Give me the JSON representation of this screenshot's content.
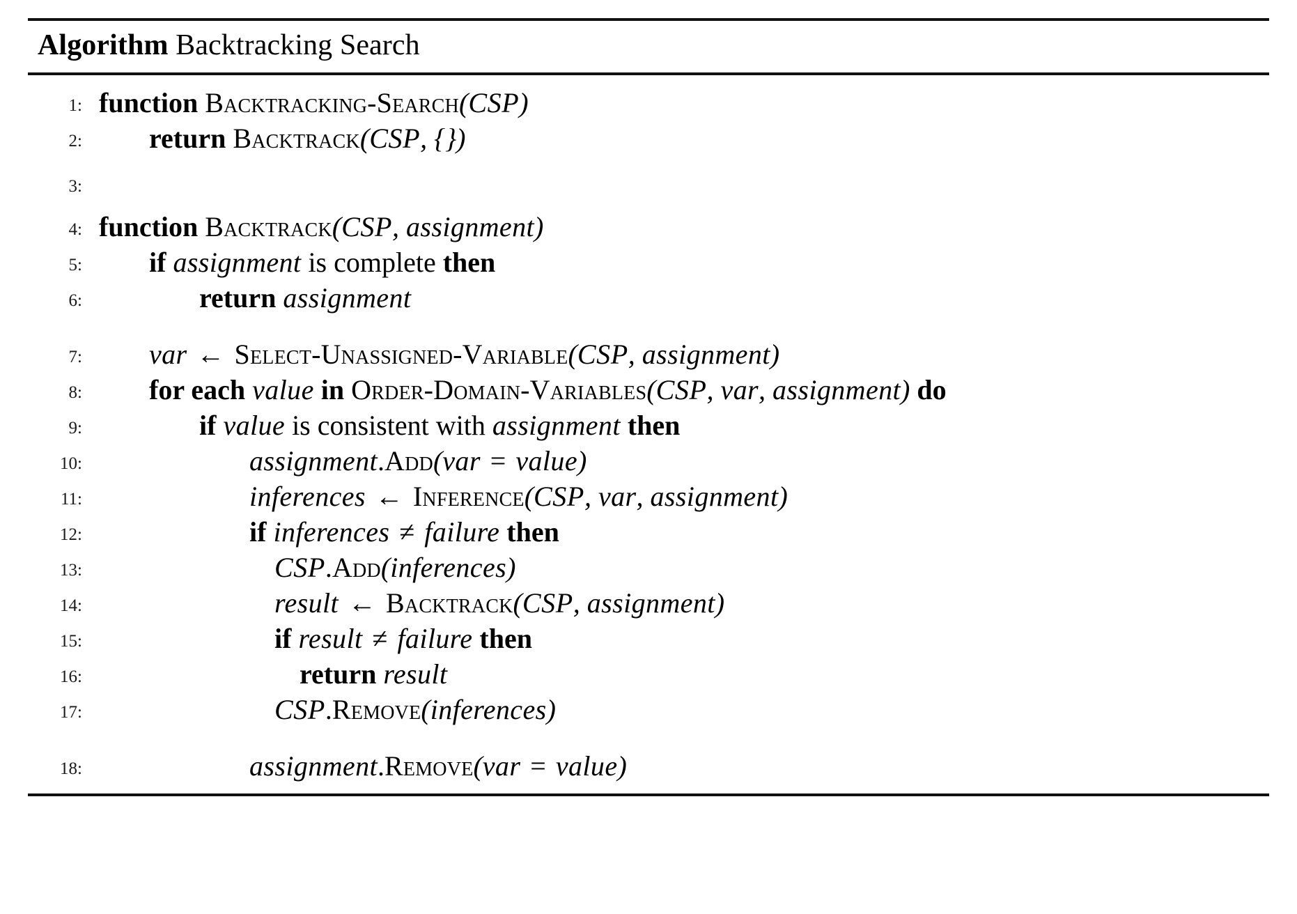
{
  "title": {
    "keyword": "Algorithm",
    "name": "Backtracking Search"
  },
  "lines": [
    {
      "no": "1:",
      "indent": 0,
      "gap_before": false,
      "blank": false,
      "tokens": [
        {
          "t": "function",
          "s": "kw"
        },
        {
          "t": " ",
          "s": "plain"
        },
        {
          "t": "Backtracking-Search",
          "s": "sc"
        },
        {
          "t": "(",
          "s": "paren"
        },
        {
          "t": "CSP",
          "s": "mathup"
        },
        {
          "t": ")",
          "s": "paren"
        }
      ],
      "text": "function Backtracking-Search(CSP)"
    },
    {
      "no": "2:",
      "indent": 1,
      "gap_before": false,
      "blank": false,
      "tokens": [
        {
          "t": "return",
          "s": "kw"
        },
        {
          "t": " ",
          "s": "plain"
        },
        {
          "t": "Backtrack",
          "s": "sc"
        },
        {
          "t": "(",
          "s": "paren"
        },
        {
          "t": "CSP",
          "s": "mathup"
        },
        {
          "t": ", ",
          "s": "paren"
        },
        {
          "t": "{}",
          "s": "paren"
        },
        {
          "t": ")",
          "s": "paren"
        }
      ],
      "text": "return Backtrack(CSP, {})"
    },
    {
      "no": "3:",
      "indent": 0,
      "gap_before": true,
      "blank": true,
      "tokens": [],
      "text": ""
    },
    {
      "no": "4:",
      "indent": 0,
      "gap_before": false,
      "blank": false,
      "tokens": [
        {
          "t": "function",
          "s": "kw"
        },
        {
          "t": " ",
          "s": "plain"
        },
        {
          "t": "Backtrack",
          "s": "sc"
        },
        {
          "t": "(",
          "s": "paren"
        },
        {
          "t": "CSP",
          "s": "mathup"
        },
        {
          "t": ", ",
          "s": "paren"
        },
        {
          "t": "assignment",
          "s": "mathit"
        },
        {
          "t": ")",
          "s": "paren"
        }
      ],
      "text": "function Backtrack(CSP, assignment)"
    },
    {
      "no": "5:",
      "indent": 1,
      "gap_before": false,
      "blank": false,
      "tokens": [
        {
          "t": "if",
          "s": "kw"
        },
        {
          "t": " ",
          "s": "plain"
        },
        {
          "t": "assignment",
          "s": "mathit"
        },
        {
          "t": " is complete ",
          "s": "plain"
        },
        {
          "t": "then",
          "s": "kw"
        }
      ],
      "text": "if assignment is complete then"
    },
    {
      "no": "6:",
      "indent": 2,
      "gap_before": false,
      "blank": false,
      "tokens": [
        {
          "t": "return",
          "s": "kw"
        },
        {
          "t": " ",
          "s": "plain"
        },
        {
          "t": "assignment",
          "s": "mathit"
        }
      ],
      "text": "return assignment"
    },
    {
      "no": "7:",
      "indent": 1,
      "gap_before": true,
      "blank": false,
      "tokens": [
        {
          "t": "var",
          "s": "mathit"
        },
        {
          "t": " ← ",
          "s": "op"
        },
        {
          "t": "Select-Unassigned-Variable",
          "s": "sc"
        },
        {
          "t": "(",
          "s": "paren"
        },
        {
          "t": "CSP",
          "s": "mathup"
        },
        {
          "t": ", ",
          "s": "paren"
        },
        {
          "t": "assignment",
          "s": "mathit"
        },
        {
          "t": ")",
          "s": "paren"
        }
      ],
      "text": "var ← Select-Unassigned-Variable(CSP, assignment)"
    },
    {
      "no": "8:",
      "indent": 1,
      "gap_before": false,
      "blank": false,
      "tokens": [
        {
          "t": "for each",
          "s": "kw"
        },
        {
          "t": " ",
          "s": "plain"
        },
        {
          "t": "value",
          "s": "mathit"
        },
        {
          "t": " ",
          "s": "plain"
        },
        {
          "t": "in",
          "s": "kw"
        },
        {
          "t": " ",
          "s": "plain"
        },
        {
          "t": "Order-Domain-Variables",
          "s": "sc"
        },
        {
          "t": "(",
          "s": "paren"
        },
        {
          "t": "CSP",
          "s": "mathup"
        },
        {
          "t": ", ",
          "s": "paren"
        },
        {
          "t": "var",
          "s": "mathit"
        },
        {
          "t": ", ",
          "s": "paren"
        },
        {
          "t": "assignment",
          "s": "mathit"
        },
        {
          "t": ")",
          "s": "paren"
        },
        {
          "t": " ",
          "s": "plain"
        },
        {
          "t": "do",
          "s": "kw"
        }
      ],
      "text": "for each value in Order-Domain-Variables(CSP, var, assignment) do"
    },
    {
      "no": "9:",
      "indent": 2,
      "gap_before": false,
      "blank": false,
      "tokens": [
        {
          "t": "if",
          "s": "kw"
        },
        {
          "t": " ",
          "s": "plain"
        },
        {
          "t": "value",
          "s": "mathit"
        },
        {
          "t": " is consistent with ",
          "s": "plain"
        },
        {
          "t": "assignment",
          "s": "mathit"
        },
        {
          "t": " ",
          "s": "plain"
        },
        {
          "t": "then",
          "s": "kw"
        }
      ],
      "text": "if value is consistent with assignment then"
    },
    {
      "no": "10:",
      "indent": 3,
      "gap_before": false,
      "blank": false,
      "tokens": [
        {
          "t": "assignment",
          "s": "mathit"
        },
        {
          "t": ".",
          "s": "plain"
        },
        {
          "t": "Add",
          "s": "sc"
        },
        {
          "t": "(",
          "s": "paren"
        },
        {
          "t": "var",
          "s": "mathit"
        },
        {
          "t": " = ",
          "s": "op"
        },
        {
          "t": "value",
          "s": "mathit"
        },
        {
          "t": ")",
          "s": "paren"
        }
      ],
      "text": "assignment.Add(var = value)"
    },
    {
      "no": "11:",
      "indent": 3,
      "gap_before": false,
      "blank": false,
      "tokens": [
        {
          "t": "inferences",
          "s": "mathit"
        },
        {
          "t": " ← ",
          "s": "op"
        },
        {
          "t": "Inference",
          "s": "sc"
        },
        {
          "t": "(",
          "s": "paren"
        },
        {
          "t": "CSP",
          "s": "mathup"
        },
        {
          "t": ", ",
          "s": "paren"
        },
        {
          "t": "var",
          "s": "mathit"
        },
        {
          "t": ", ",
          "s": "paren"
        },
        {
          "t": "assignment",
          "s": "mathit"
        },
        {
          "t": ")",
          "s": "paren"
        }
      ],
      "text": "inferences ← Inference(CSP, var, assignment)"
    },
    {
      "no": "12:",
      "indent": 3,
      "gap_before": false,
      "blank": false,
      "tokens": [
        {
          "t": "if",
          "s": "kw"
        },
        {
          "t": " ",
          "s": "plain"
        },
        {
          "t": "inferences",
          "s": "mathit"
        },
        {
          "t": " ≠ ",
          "s": "op"
        },
        {
          "t": "failure",
          "s": "mathit"
        },
        {
          "t": " ",
          "s": "plain"
        },
        {
          "t": "then",
          "s": "kw"
        }
      ],
      "text": "if inferences ≠ failure then"
    },
    {
      "no": "13:",
      "indent": 4,
      "gap_before": false,
      "blank": false,
      "tokens": [
        {
          "t": "CSP",
          "s": "mathup"
        },
        {
          "t": ".",
          "s": "plain"
        },
        {
          "t": "Add",
          "s": "sc"
        },
        {
          "t": "(",
          "s": "paren"
        },
        {
          "t": "inferences",
          "s": "mathit"
        },
        {
          "t": ")",
          "s": "paren"
        }
      ],
      "text": "CSP.Add(inferences)"
    },
    {
      "no": "14:",
      "indent": 4,
      "gap_before": false,
      "blank": false,
      "tokens": [
        {
          "t": "result",
          "s": "mathit"
        },
        {
          "t": " ← ",
          "s": "op"
        },
        {
          "t": "Backtrack",
          "s": "sc"
        },
        {
          "t": "(",
          "s": "paren"
        },
        {
          "t": "CSP",
          "s": "mathup"
        },
        {
          "t": ", ",
          "s": "paren"
        },
        {
          "t": "assignment",
          "s": "mathit"
        },
        {
          "t": ")",
          "s": "paren"
        }
      ],
      "text": "result ← Backtrack(CSP, assignment)"
    },
    {
      "no": "15:",
      "indent": 4,
      "gap_before": false,
      "blank": false,
      "tokens": [
        {
          "t": "if",
          "s": "kw"
        },
        {
          "t": " ",
          "s": "plain"
        },
        {
          "t": "result",
          "s": "mathit"
        },
        {
          "t": " ≠ ",
          "s": "op"
        },
        {
          "t": "failure",
          "s": "mathit"
        },
        {
          "t": " ",
          "s": "plain"
        },
        {
          "t": "then",
          "s": "kw"
        }
      ],
      "text": "if result ≠ failure then"
    },
    {
      "no": "16:",
      "indent": 5,
      "gap_before": false,
      "blank": false,
      "tokens": [
        {
          "t": "return",
          "s": "kw"
        },
        {
          "t": " ",
          "s": "plain"
        },
        {
          "t": "result",
          "s": "mathit"
        }
      ],
      "text": "return result"
    },
    {
      "no": "17:",
      "indent": 4,
      "gap_before": false,
      "blank": false,
      "tokens": [
        {
          "t": "CSP",
          "s": "mathup"
        },
        {
          "t": ".",
          "s": "plain"
        },
        {
          "t": "Remove",
          "s": "sc"
        },
        {
          "t": "(",
          "s": "paren"
        },
        {
          "t": "inferences",
          "s": "mathit"
        },
        {
          "t": ")",
          "s": "paren"
        }
      ],
      "text": "CSP.Remove(inferences)"
    },
    {
      "no": "18:",
      "indent": 3,
      "gap_before": true,
      "blank": false,
      "tokens": [
        {
          "t": "assignment",
          "s": "mathit"
        },
        {
          "t": ".",
          "s": "plain"
        },
        {
          "t": "Remove",
          "s": "sc"
        },
        {
          "t": "(",
          "s": "paren"
        },
        {
          "t": "var",
          "s": "mathit"
        },
        {
          "t": " = ",
          "s": "op"
        },
        {
          "t": "value",
          "s": "mathit"
        },
        {
          "t": ")",
          "s": "paren"
        }
      ],
      "text": "assignment.Remove(var = value)"
    }
  ]
}
